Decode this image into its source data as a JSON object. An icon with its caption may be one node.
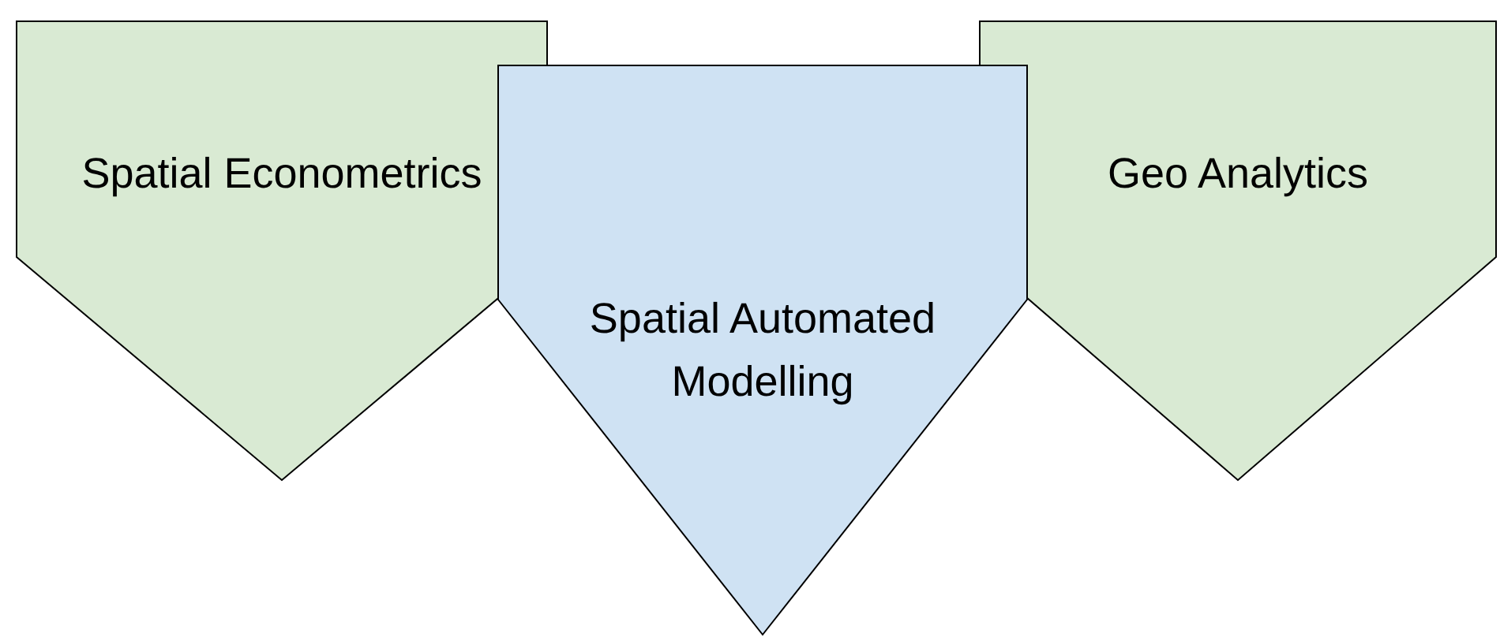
{
  "diagram": {
    "nodes": [
      {
        "text": [
          "Spatial Econometrics"
        ]
      },
      {
        "text": [
          "Geo Analytics"
        ]
      },
      {
        "text": [
          "Spatial Automated Modelling"
        ]
      }
    ]
  }
}
